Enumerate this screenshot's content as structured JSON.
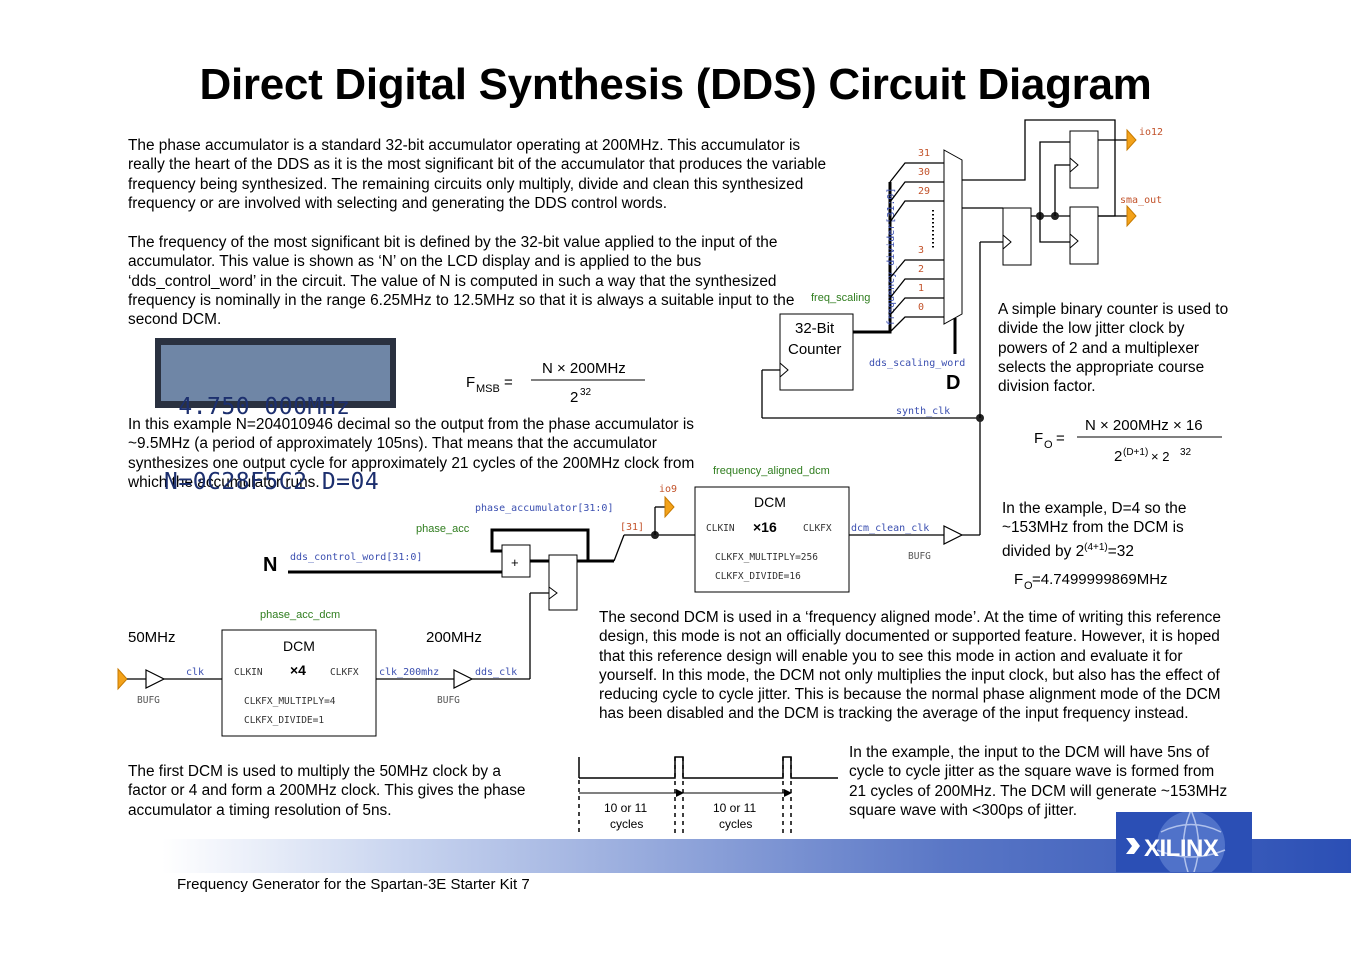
{
  "title": "Direct Digital Synthesis (DDS) Circuit Diagram",
  "paragraphs": {
    "p1": "The phase accumulator is a standard 32-bit accumulator operating at 200MHz. This accumulator is really the heart of the DDS as it is the most significant bit of the accumulator that produces the variable frequency being synthesized. The remaining circuits only multiply, divide and clean this synthesized frequency or are involved with selecting and generating the DDS control words.",
    "p2": "The frequency of the most significant bit is defined by the 32-bit value applied to the input of the accumulator. This value is shown as ‘N’ on the LCD display and is applied to the bus ‘dds_control_word’ in the circuit. The value of N is computed in such a way that the synthesized frequency is nominally in the range 6.25MHz to 12.5MHz so that it is always a suitable input to the second DCM.",
    "p3": "In this example N=204010946 decimal so the output from the phase accumulator is ~9.5MHz (a period of approximately 105ns). That means that the accumulator synthesizes one output cycle for approximately 21 cycles of the 200MHz clock from which the accumulator runs.",
    "p4": "A simple binary counter is used to divide the low jitter clock by powers of 2 and a multiplexer selects the appropriate course division factor.",
    "p5a": "In the example, D=4 so the ~153MHz from the DCM is divided by 2",
    "p5sup": "(4+1)",
    "p5b": "=32",
    "p6": "The second DCM is used in a ‘frequency aligned mode’. At the time of writing this reference design, this mode is not an officially documented or supported feature. However, it is hoped that this reference design will enable you to see this mode in action and evaluate it for yourself. In this mode, the DCM not only multiplies the input clock, but also has the effect of reducing cycle to cycle jitter. This is because the normal phase alignment mode of the DCM has been disabled and the DCM is tracking the average of the input frequency instead.",
    "p7": "In the example, the input to the DCM will have 5ns of cycle to cycle jitter as the square wave is formed from 21 cycles of 200MHz. The DCM will generate ~153MHz square wave with <300ps of jitter.",
    "p8": "The first DCM is used to multiply the 50MHz clock by a factor or 4 and form a 200MHz clock. This gives the phase accumulator a timing resolution of 5ns."
  },
  "lcd": {
    "line1": " 4.750 000MHz",
    "line2": "N=0C28F5C2 D=04"
  },
  "formulas": {
    "fmsb_label": "F",
    "fmsb_sub": "MSB",
    "fmsb_eq": "=",
    "fmsb_num": "N × 200MHz",
    "fmsb_den": "2",
    "fmsb_den_sup": "32",
    "fo_label": "F",
    "fo_sub": "O",
    "fo_eq": "=",
    "fo_num": "N × 200MHz × 16",
    "fo_den_a": "2",
    "fo_den_sup1": "(D+1)",
    "fo_den_b": " × 2",
    "fo_den_sup2": "32",
    "fo_result_label": "F",
    "fo_result_sub": "O",
    "fo_result_value": "=4.7499999869MHz"
  },
  "labels": {
    "N": "N",
    "D": "D",
    "dds_control_word": "dds_control_word[31:0]",
    "phase_accumulator": "phase_accumulator[31:0]",
    "phase_acc": "phase_acc",
    "bit31": "[31]",
    "io9": "io9",
    "io12": "io12",
    "sma_out": "sma_out",
    "freq_scaling": "freq_scaling",
    "frequency_divider": "frequency_divider[31:0]",
    "dds_scaling_word": "dds_scaling_word",
    "synth_clk": "synth_clk",
    "frequency_aligned_dcm": "frequency_aligned_dcm",
    "dcm_clean_clk": "dcm_clean_clk",
    "bufg": "BUFG",
    "phase_acc_dcm": "phase_acc_dcm",
    "f50": "50MHz",
    "f200": "200MHz",
    "clk": "clk",
    "clk_200mhz": "clk_200mhz",
    "dds_clk": "dds_clk",
    "counter_line1": "32-Bit",
    "counter_line2": "Counter",
    "adder": "+",
    "mux_bits": [
      "31",
      "30",
      "29",
      "3",
      "2",
      "1",
      "0"
    ]
  },
  "dcm1": {
    "title": "DCM",
    "clkin": "CLKIN",
    "clkfx": "CLKFX",
    "mult": "×4",
    "param1": "CLKFX_MULTIPLY=4",
    "param2": "CLKFX_DIVIDE=1"
  },
  "dcm2": {
    "title": "DCM",
    "clkin": "CLKIN",
    "clkfx": "CLKFX",
    "mult": "×16",
    "param1": "CLKFX_MULTIPLY=256",
    "param2": "CLKFX_DIVIDE=16"
  },
  "timing": {
    "cycles1_a": "10 or 11",
    "cycles1_b": "cycles",
    "cycles2_a": "10 or 11",
    "cycles2_b": "cycles"
  },
  "footer": "Frequency Generator for the Spartan-3E Starter Kit 7",
  "logo": "XILINX",
  "colors": {
    "signal_blue": "#3b4fb0",
    "label_green": "#2f7d1e",
    "port_orange": "#f3a21a",
    "bit_orange": "#c2522a"
  }
}
